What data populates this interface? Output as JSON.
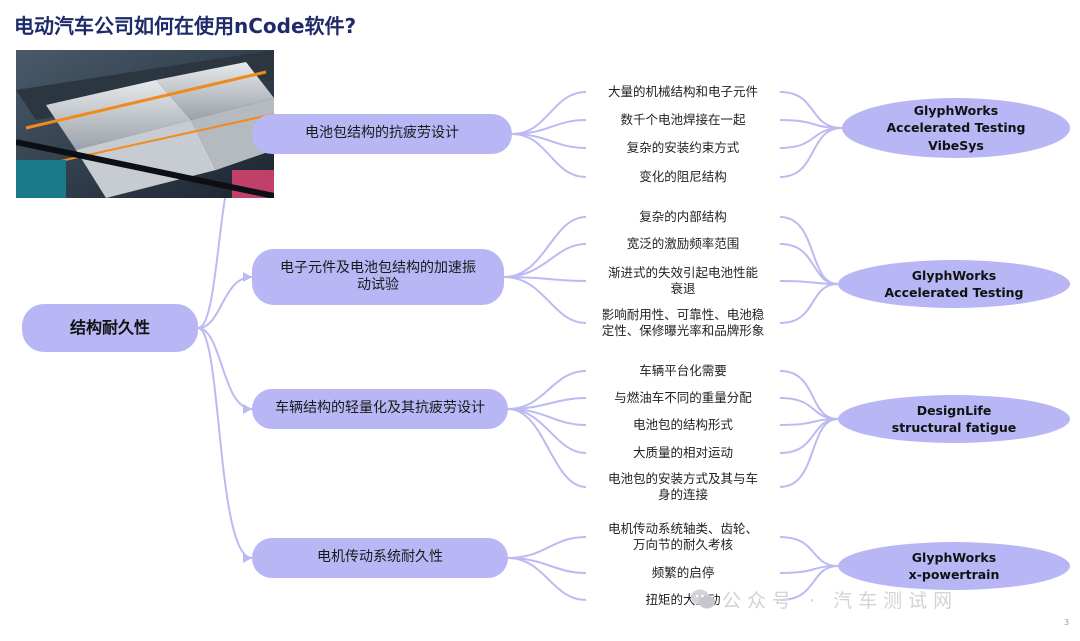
{
  "title": "电动汽车公司如何在使用nCode软件?",
  "root": "结构耐久性",
  "branches": [
    {
      "label": "电池包结构的抗疲劳设计",
      "items": [
        "大量的机械结构和电子元件",
        "数千个电池焊接在一起",
        "复杂的安装约束方式",
        "变化的阻尼结构"
      ],
      "tools": [
        "GlyphWorks",
        "Accelerated Testing",
        "VibeSys"
      ]
    },
    {
      "label_lines": [
        "电子元件及电池包结构的加速振",
        "动试验"
      ],
      "items": [
        [
          "复杂的内部结构"
        ],
        [
          "宽泛的激励频率范围"
        ],
        [
          "渐进式的失效引起电池性能",
          "衰退"
        ],
        [
          "影响耐用性、可靠性、电池稳",
          "定性、保修曝光率和品牌形象"
        ]
      ],
      "tools": [
        "GlyphWorks",
        "Accelerated Testing"
      ]
    },
    {
      "label": "车辆结构的轻量化及其抗疲劳设计",
      "items": [
        [
          "车辆平台化需要"
        ],
        [
          "与燃油车不同的重量分配"
        ],
        [
          "电池包的结构形式"
        ],
        [
          "大质量的相对运动"
        ],
        [
          "电池包的安装方式及其与车",
          "身的连接"
        ]
      ],
      "tools": [
        "DesignLife",
        "structural fatigue"
      ]
    },
    {
      "label": "电机传动系统耐久性",
      "items": [
        [
          "电机传动系统轴类、齿轮、",
          "万向节的耐久考核"
        ],
        [
          "频繁的启停"
        ],
        [
          "扭矩的大波动"
        ]
      ],
      "tools": [
        "GlyphWorks",
        "x-powertrain"
      ]
    }
  ],
  "watermark": "公众号 · 汽车测试网",
  "page_number": "3",
  "colors": {
    "node": "#b8b6f4",
    "line": "#bdbaf2",
    "title": "#1e2a6a"
  },
  "icons": [
    "wechat-icon"
  ]
}
